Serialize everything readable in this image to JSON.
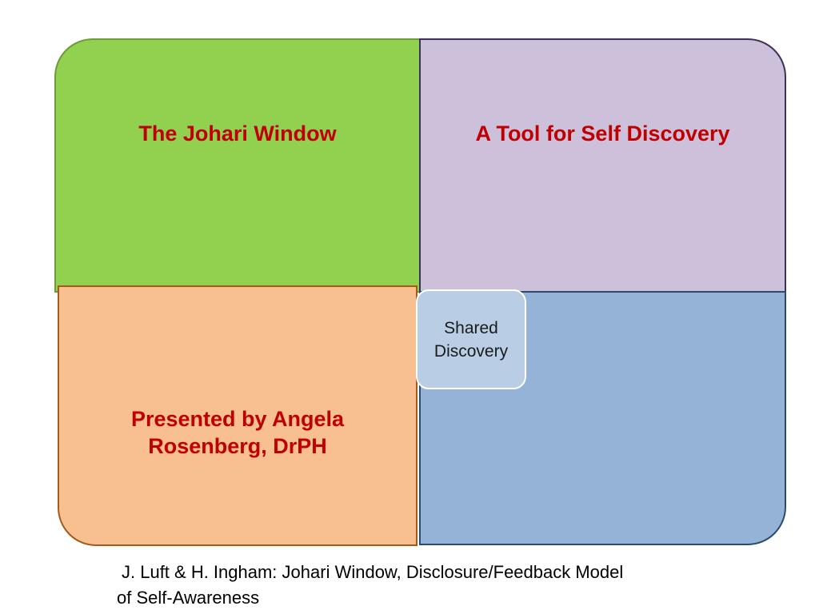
{
  "quadrants": {
    "top_left": {
      "title": "The Johari Window",
      "fill": "#92d050"
    },
    "top_right": {
      "title": "A Tool for Self Discovery",
      "fill": "#ccc0da"
    },
    "bottom_left": {
      "title": "Presented by Angela Rosenberg, DrPH",
      "fill": "#f8c090"
    },
    "bottom_right": {
      "title": "",
      "fill": "#95b3d7"
    }
  },
  "center_box": {
    "label": "Shared Discovery",
    "fill": "#b9cde5"
  },
  "caption": {
    "line1": "J. Luft & H. Ingham: Johari Window, Disclosure/Feedback Model",
    "line2": "of Self-Awareness"
  },
  "title_color": "#c00000"
}
